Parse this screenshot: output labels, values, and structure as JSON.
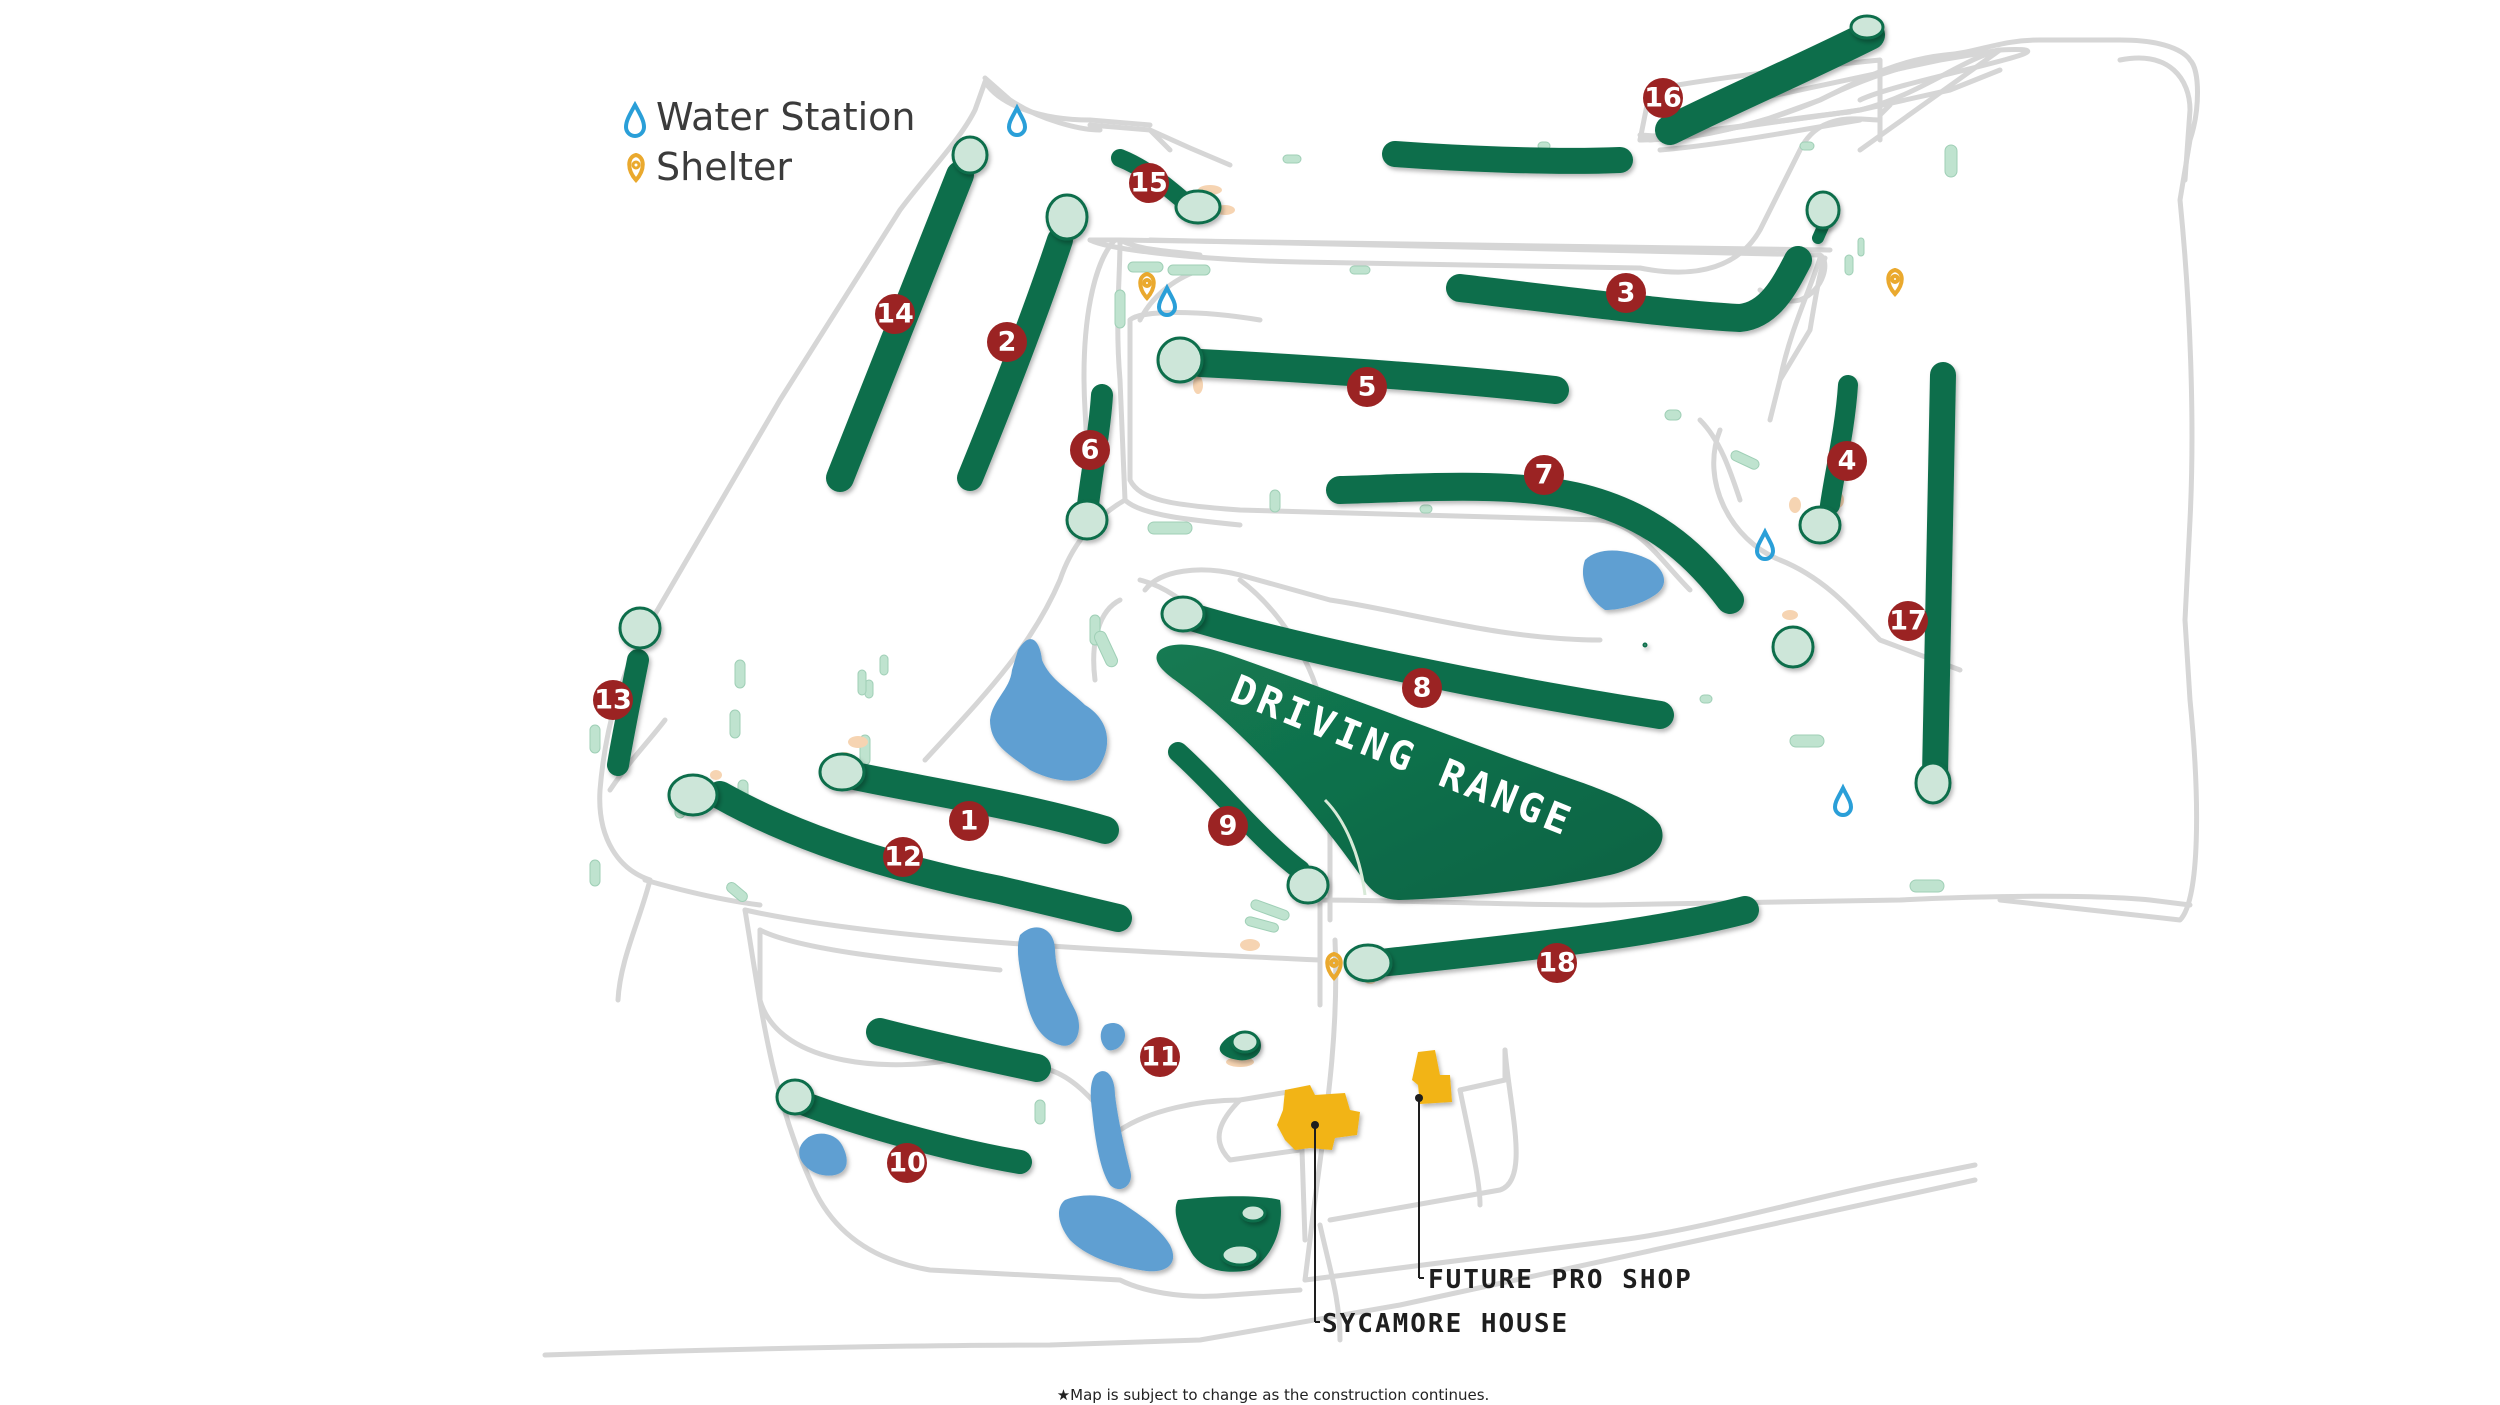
{
  "legend": {
    "water_station": "Water Station",
    "shelter": "Shelter"
  },
  "holes": [
    "1",
    "2",
    "3",
    "4",
    "5",
    "6",
    "7",
    "8",
    "9",
    "10",
    "11",
    "12",
    "13",
    "14",
    "15",
    "16",
    "17",
    "18"
  ],
  "driving_range_label": "DRIVING RANGE",
  "buildings": {
    "future_pro_shop": "FUTURE PRO SHOP",
    "sycamore_house": "SYCAMORE HOUSE"
  },
  "footnote": "★Map is subject to change as the construction continues.",
  "colors": {
    "fairway": "#0f6e4b",
    "green": "#cde6d9",
    "hole_marker": "#9b2323",
    "water": "#5f9fd2",
    "bunker": "#f6d4b2",
    "tee": "#bfe3cf",
    "cart_path": "#d4d4d4",
    "building": "#f2b417",
    "water_icon": "#2a9fd8",
    "shelter_icon": "#eaa92e"
  },
  "icons": {
    "water_station": "water-drop-icon",
    "shelter": "location-pin-icon"
  }
}
